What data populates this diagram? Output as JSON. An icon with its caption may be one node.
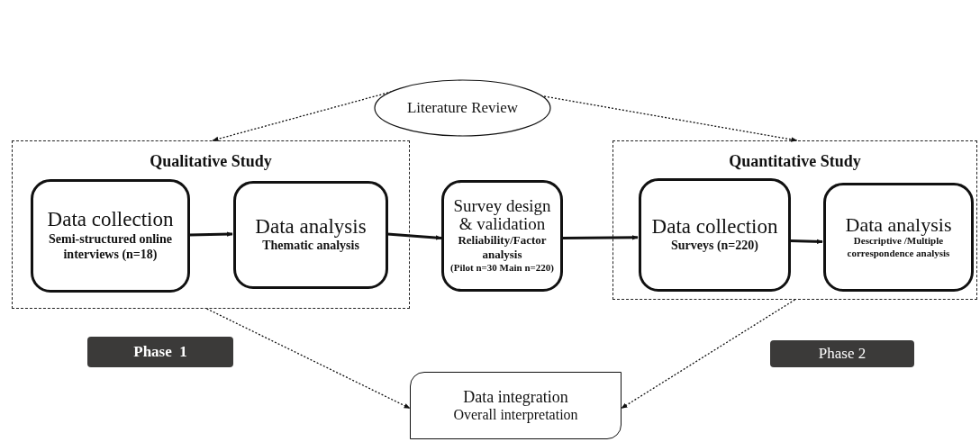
{
  "diagram": {
    "nodes": [
      {
        "text": [
          "Literature Review"
        ]
      },
      {
        "text": [
          "Qualitative Study"
        ]
      },
      {
        "text": [
          "Data collection",
          "Semi-structured online interviews (n=18)"
        ],
        "in": 1
      },
      {
        "text": [
          "Data analysis",
          "Thematic analysis"
        ],
        "in": 1
      },
      {
        "text": [
          "Survey design & validation",
          "Reliability/Factor analysis",
          "(Pilot n=30 Main n=220)"
        ]
      },
      {
        "text": [
          "Quantitative Study"
        ]
      },
      {
        "text": [
          "Data collection",
          "Surveys (n=220)"
        ],
        "in": 5
      },
      {
        "text": [
          "Data analysis",
          "Descriptive /Multiple correspondence analysis"
        ],
        "in": 5
      },
      {
        "text": [
          "Phase  1"
        ]
      },
      {
        "text": [
          "Phase 2"
        ]
      },
      {
        "text": [
          "Data integration",
          "Overall interpretation"
        ]
      }
    ],
    "edges": [
      {
        "from": 0,
        "to": 1,
        "arrow": "to",
        "style": "dashed"
      },
      {
        "from": 0,
        "to": 5,
        "arrow": "to",
        "style": "dashed"
      },
      {
        "from": 2,
        "to": 3,
        "arrow": "to",
        "style": "thick"
      },
      {
        "from": 3,
        "to": 4,
        "arrow": "to",
        "style": "thick"
      },
      {
        "from": 4,
        "to": 6,
        "arrow": "to",
        "style": "thick"
      },
      {
        "from": 6,
        "to": 7,
        "arrow": "to",
        "style": "thick"
      },
      {
        "from": 1,
        "to": 10,
        "arrow": "to",
        "style": "dashed"
      },
      {
        "from": 5,
        "to": 10,
        "arrow": "to",
        "style": "dashed"
      }
    ]
  }
}
